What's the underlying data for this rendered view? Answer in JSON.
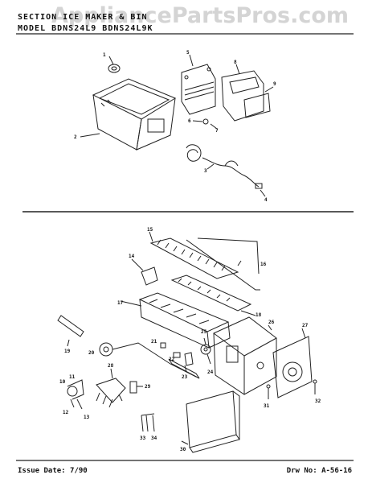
{
  "header": {
    "line1": "SECTION ICE MAKER & BIN",
    "line2": "MODEL BDNS24L9 BDNS24L9K",
    "watermark": "AppliancePartsPros.com"
  },
  "callouts": [
    "1",
    "2",
    "3",
    "4",
    "5",
    "6",
    "7",
    "8",
    "9",
    "10",
    "11",
    "12",
    "13",
    "14",
    "15",
    "16",
    "17",
    "18",
    "19",
    "20",
    "21",
    "22",
    "23",
    "24",
    "25",
    "26",
    "27",
    "28",
    "29",
    "30",
    "31",
    "32",
    "33",
    "34"
  ],
  "footer": {
    "issue": "Issue Date: 7/90",
    "drawing": "Drw No: A-56-16"
  }
}
